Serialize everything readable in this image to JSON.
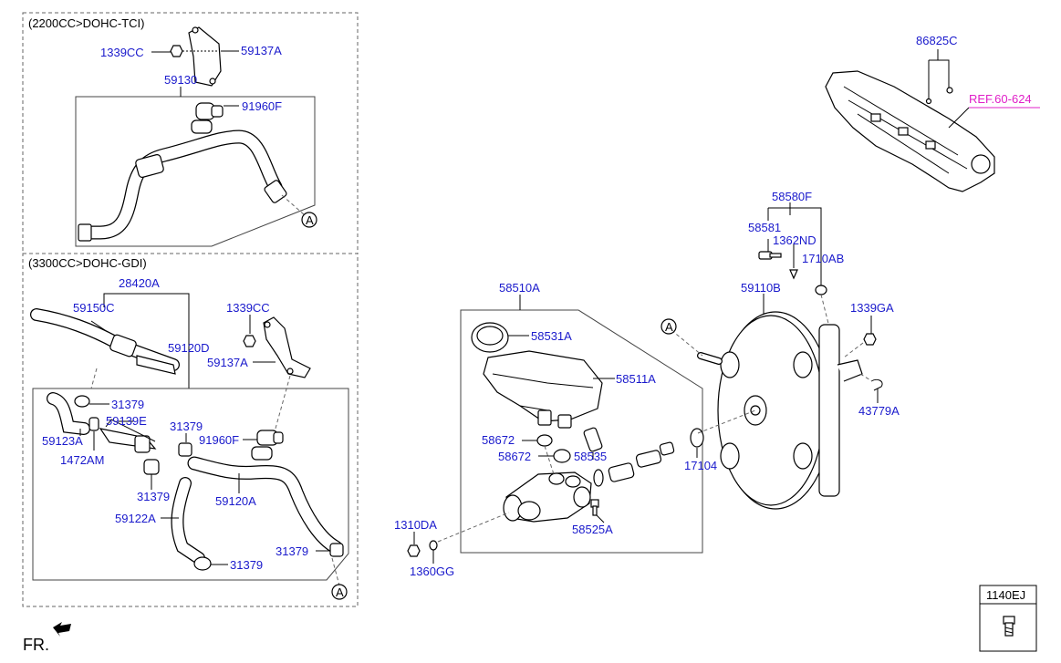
{
  "sections": {
    "top_left_header": "(2200CC>DOHC-TCI)",
    "bottom_left_header": "(3300CC>DOHC-GDI)"
  },
  "labels": {
    "l_1339CC_a": "1339CC",
    "l_59137A_a": "59137A",
    "l_59130": "59130",
    "l_91960F_a": "91960F",
    "l_28420A": "28420A",
    "l_59150C": "59150C",
    "l_1339CC_b": "1339CC",
    "l_59120D": "59120D",
    "l_59137A_b": "59137A",
    "l_31379_a": "31379",
    "l_59139E": "59139E",
    "l_31379_b": "31379",
    "l_59123A": "59123A",
    "l_91960F_b": "91960F",
    "l_1472AM": "1472AM",
    "l_31379_c": "31379",
    "l_59120A": "59120A",
    "l_59122A": "59122A",
    "l_31379_d": "31379",
    "l_31379_e": "31379",
    "l_86825C": "86825C",
    "l_58580F": "58580F",
    "l_58581": "58581",
    "l_1362ND": "1362ND",
    "l_1710AB": "1710AB",
    "l_58510A": "58510A",
    "l_59110B": "59110B",
    "l_1339GA": "1339GA",
    "l_58531A": "58531A",
    "l_58511A": "58511A",
    "l_43779A": "43779A",
    "l_58672_a": "58672",
    "l_58672_b": "58672",
    "l_58535": "58535",
    "l_17104": "17104",
    "l_58525A": "58525A",
    "l_1310DA": "1310DA",
    "l_1360GG": "1360GG"
  },
  "ref_label": "REF.60-624",
  "connector_mark": "A",
  "legend_box": {
    "code": "1140EJ"
  },
  "front_marker": "FR."
}
